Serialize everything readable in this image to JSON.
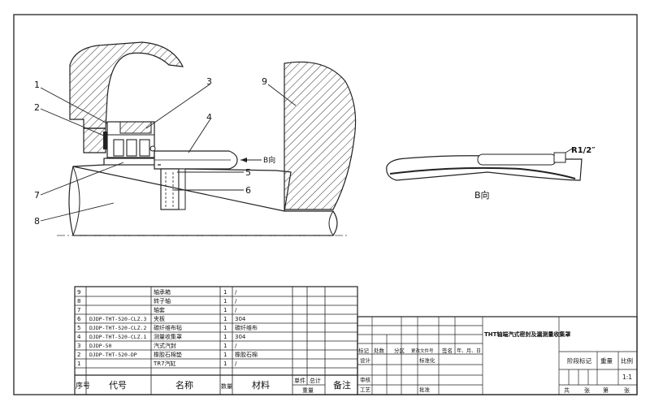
{
  "drawing": {
    "callouts": [
      "1",
      "2",
      "3",
      "4",
      "5",
      "6",
      "7",
      "8",
      "9"
    ],
    "direction_label": "B向",
    "view_b_label": "B向",
    "thread_label": "R1/2″"
  },
  "bom": {
    "rows": [
      {
        "no": "9",
        "code": "",
        "name": "轴承箱",
        "qty": "1",
        "mat": "/"
      },
      {
        "no": "8",
        "code": "",
        "name": "转子轴",
        "qty": "1",
        "mat": "/"
      },
      {
        "no": "7",
        "code": "",
        "name": "轴套",
        "qty": "1",
        "mat": "/"
      },
      {
        "no": "6",
        "code": "DJDP-THT-520-CLZ.3",
        "name": "夹板",
        "qty": "1",
        "mat": "304"
      },
      {
        "no": "5",
        "code": "DJDP-THT-520-CLZ.2",
        "name": "碳纤维布毡",
        "qty": "1",
        "mat": "碳纤维布"
      },
      {
        "no": "4",
        "code": "DJDP-THT-520-CLZ.1",
        "name": "测量收集罩",
        "qty": "1",
        "mat": "304"
      },
      {
        "no": "3",
        "code": "DJDP-50",
        "name": "汽式汽封",
        "qty": "1",
        "mat": "/"
      },
      {
        "no": "2",
        "code": "DJDP-THT-520-DP",
        "name": "橡胶石棉垫",
        "qty": "1",
        "mat": "橡胶石棉"
      },
      {
        "no": "1",
        "code": "",
        "name": "TR7汽缸",
        "qty": "1",
        "mat": "/"
      }
    ],
    "headers": {
      "no": "序号",
      "code": "代号",
      "name": "名称",
      "qty": "数量",
      "mat": "材料",
      "unit": "单件",
      "total": "总计",
      "weight": "重量",
      "note": "备注"
    }
  },
  "title_block": {
    "drawing_title": "THT轴端汽式密封及漏测量收集罩",
    "rev_labels": [
      "标记",
      "处数",
      "分区",
      "更改文件号",
      "签名",
      "年、月、日"
    ],
    "role_labels": [
      "设计",
      "标准化",
      "审核",
      "工艺",
      "批准"
    ],
    "stage_label": "阶段标记",
    "weight_label": "重量",
    "scale_label": "比例",
    "scale_value": "1:1",
    "sheet_info": [
      "共",
      "张",
      "第",
      "张"
    ]
  }
}
